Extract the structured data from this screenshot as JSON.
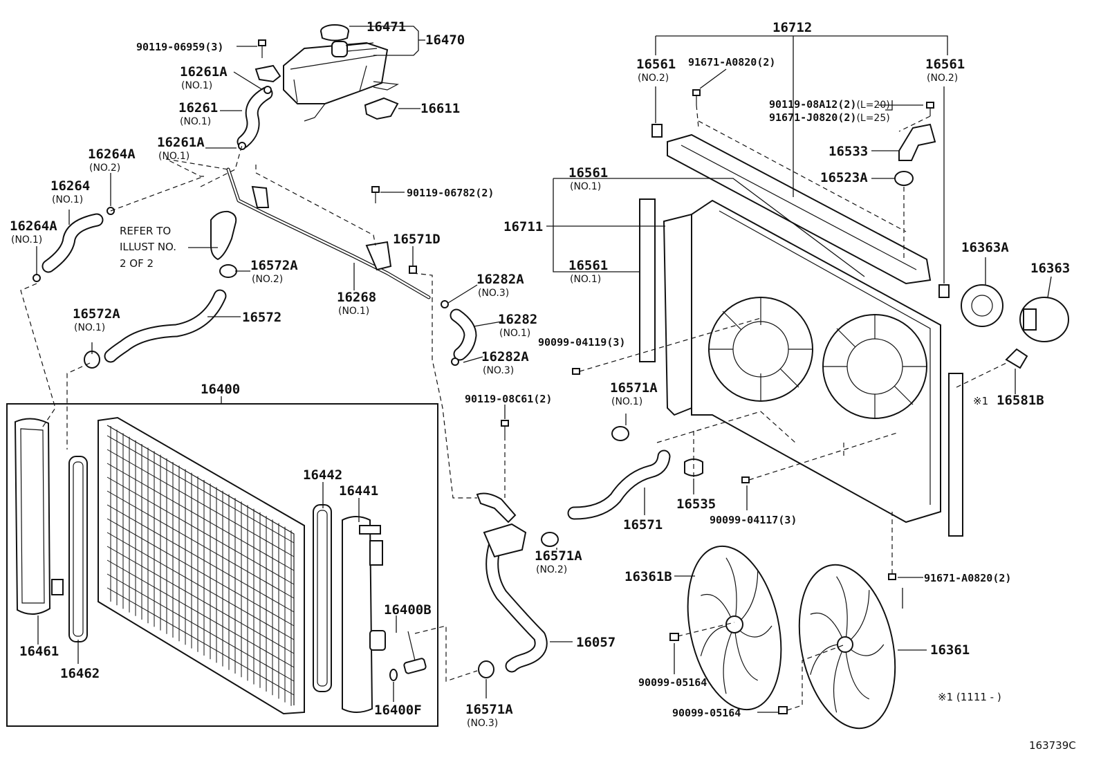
{
  "diagram": {
    "refer_note": [
      "REFER TO",
      "ILLUST NO.",
      "2 OF 2"
    ],
    "footnote": "※1 (1111 -        )",
    "figure_code": "163739C",
    "labels": [
      {
        "id": "p16471",
        "text": "16471"
      },
      {
        "id": "p16470",
        "text": "16470"
      },
      {
        "id": "p90119_06959",
        "text": "90119-06959(3)"
      },
      {
        "id": "p16261A_1",
        "text": "16261A",
        "sub": "(NO.1)"
      },
      {
        "id": "p16261",
        "text": "16261",
        "sub": "(NO.1)"
      },
      {
        "id": "p16261A_1b",
        "text": "16261A",
        "sub": "(NO.1)"
      },
      {
        "id": "p16611",
        "text": "16611"
      },
      {
        "id": "p16264A_2",
        "text": "16264A",
        "sub": "(NO.2)"
      },
      {
        "id": "p16264",
        "text": "16264",
        "sub": "(NO.1)"
      },
      {
        "id": "p16264A_1",
        "text": "16264A",
        "sub": "(NO.1)"
      },
      {
        "id": "p16572A_2",
        "text": "16572A",
        "sub": "(NO.2)"
      },
      {
        "id": "p16572A_1",
        "text": "16572A",
        "sub": "(NO.1)"
      },
      {
        "id": "p16572",
        "text": "16572"
      },
      {
        "id": "p90119_06782",
        "text": "90119-06782(2)"
      },
      {
        "id": "p16571D",
        "text": "16571D"
      },
      {
        "id": "p16268",
        "text": "16268",
        "sub": "(NO.1)"
      },
      {
        "id": "p16282A_3",
        "text": "16282A",
        "sub": "(NO.3)"
      },
      {
        "id": "p16282",
        "text": "16282",
        "sub": "(NO.1)"
      },
      {
        "id": "p16282A_3b",
        "text": "16282A",
        "sub": "(NO.3)"
      },
      {
        "id": "p16400",
        "text": "16400"
      },
      {
        "id": "p16442",
        "text": "16442"
      },
      {
        "id": "p16441",
        "text": "16441"
      },
      {
        "id": "p16400B",
        "text": "16400B"
      },
      {
        "id": "p16400F",
        "text": "16400F"
      },
      {
        "id": "p16461",
        "text": "16461"
      },
      {
        "id": "p16462",
        "text": "16462"
      },
      {
        "id": "p90119_08C61",
        "text": "90119-08C61(2)"
      },
      {
        "id": "p16571A_2",
        "text": "16571A",
        "sub": "(NO.2)"
      },
      {
        "id": "p16057",
        "text": "16057"
      },
      {
        "id": "p16571A_3",
        "text": "16571A",
        "sub": "(NO.3)"
      },
      {
        "id": "p16571A_1",
        "text": "16571A",
        "sub": "(NO.1)"
      },
      {
        "id": "p16571",
        "text": "16571"
      },
      {
        "id": "p16535",
        "text": "16535"
      },
      {
        "id": "p90099_04117",
        "text": "90099-04117(3)"
      },
      {
        "id": "p90099_04119",
        "text": "90099-04119(3)"
      },
      {
        "id": "p16712",
        "text": "16712"
      },
      {
        "id": "p16561_2a",
        "text": "16561",
        "sub": "(NO.2)"
      },
      {
        "id": "p91671_A0820a",
        "text": "91671-A0820(2)"
      },
      {
        "id": "p16561_2b",
        "text": "16561",
        "sub": "(NO.2)"
      },
      {
        "id": "p90119_08A12",
        "text": "90119-08A12(2)",
        "suffix": "(L=20)"
      },
      {
        "id": "p91671_J0820",
        "text": "91671-J0820(2)",
        "suffix": "(L=25)"
      },
      {
        "id": "p16533",
        "text": "16533"
      },
      {
        "id": "p16523A",
        "text": "16523A"
      },
      {
        "id": "p16561_1a",
        "text": "16561",
        "sub": "(NO.1)"
      },
      {
        "id": "p16711",
        "text": "16711"
      },
      {
        "id": "p16561_1b",
        "text": "16561",
        "sub": "(NO.1)"
      },
      {
        "id": "p16363A",
        "text": "16363A"
      },
      {
        "id": "p16363",
        "text": "16363"
      },
      {
        "id": "p16581B",
        "text": "16581B",
        "prefix": "※1"
      },
      {
        "id": "p16361B",
        "text": "16361B"
      },
      {
        "id": "p90099_05164a",
        "text": "90099-05164"
      },
      {
        "id": "p90099_05164b",
        "text": "90099-05164"
      },
      {
        "id": "p16361",
        "text": "16361"
      },
      {
        "id": "p91671_A0820b",
        "text": "91671-A0820(2)"
      }
    ]
  }
}
